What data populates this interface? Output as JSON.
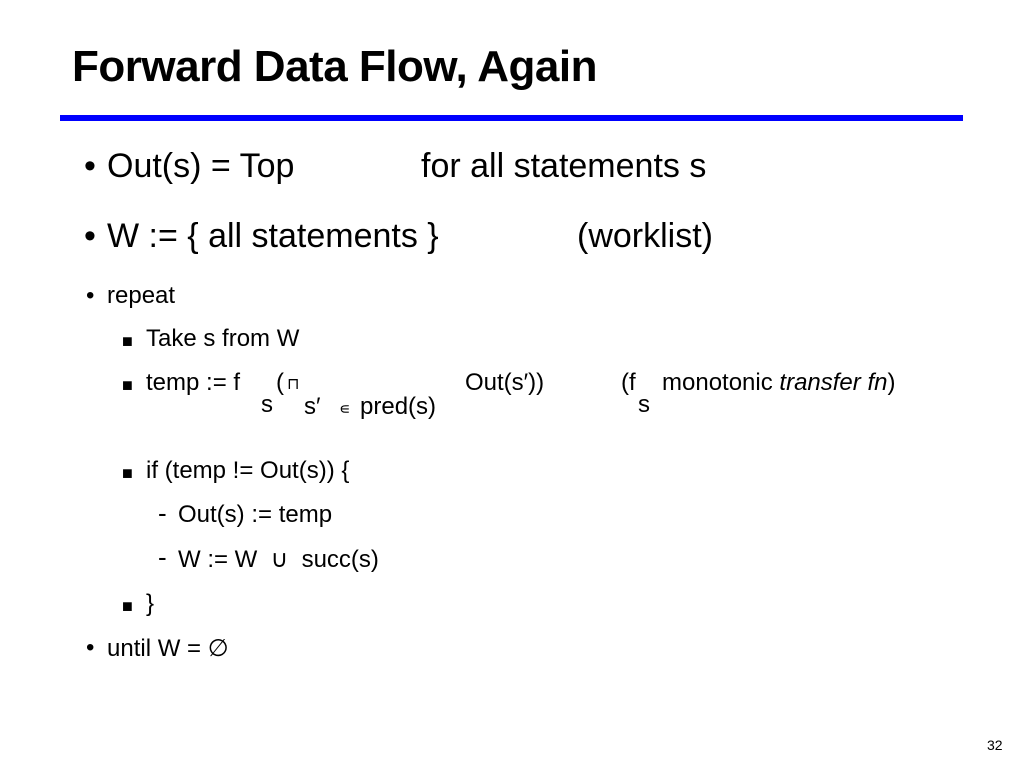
{
  "slide": {
    "title": "Forward Data Flow, Again",
    "page_number": "32"
  },
  "bullets": {
    "b1": {
      "marker": "•",
      "text": "Out(s) = Top",
      "note": "for all statements s"
    },
    "b2": {
      "marker": "•",
      "text": "W := { all statements }",
      "note": "(worklist)"
    },
    "b3": {
      "marker": "•",
      "text": "repeat"
    },
    "s1": {
      "marker": "■",
      "text": "Take s from W"
    },
    "s2": {
      "marker": "■",
      "prefix": "temp := f",
      "sub_s": "s",
      "paren": "(",
      "meet": "⊓",
      "sprime": "s′",
      "elem": "∊",
      "pred": "pred(s)",
      "out": "Out(s′))",
      "note_open": "(f",
      "note_sub": "s",
      "note_mid": "monotonic ",
      "note_italic": "transfer fn",
      "note_close": ")"
    },
    "s3": {
      "marker": "■",
      "text": "if (temp != Out(s)) {"
    },
    "d1": {
      "marker": "-",
      "text": "Out(s) := temp"
    },
    "d2": {
      "marker": "-",
      "text": "W := W  ∪  succ(s)"
    },
    "s4": {
      "marker": "■",
      "text": "}"
    },
    "b4": {
      "marker": "•",
      "text": "until W = ∅"
    }
  }
}
